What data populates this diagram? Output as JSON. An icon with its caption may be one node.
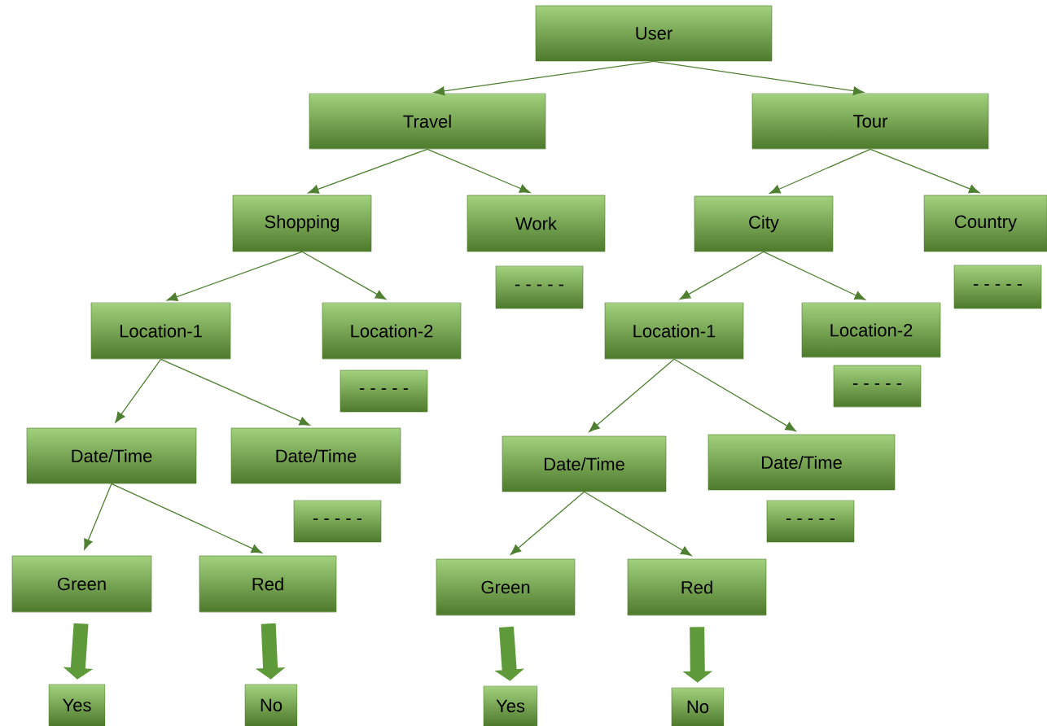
{
  "diagram": {
    "nodes": [
      {
        "text": [
          "User"
        ]
      },
      {
        "text": [
          "Travel"
        ]
      },
      {
        "text": [
          "Tour"
        ]
      },
      {
        "text": [
          "Shopping"
        ]
      },
      {
        "text": [
          "Work"
        ]
      },
      {
        "text": [
          "City"
        ]
      },
      {
        "text": [
          "Country"
        ]
      },
      {
        "text": [
          "- - - - -"
        ]
      },
      {
        "text": [
          "- - - - -"
        ]
      },
      {
        "text": [
          "Location-1"
        ]
      },
      {
        "text": [
          "Location-2"
        ]
      },
      {
        "text": [
          "Location-1"
        ]
      },
      {
        "text": [
          "Location-2"
        ]
      },
      {
        "text": [
          "- - - - -"
        ]
      },
      {
        "text": [
          "- - - - -"
        ]
      },
      {
        "text": [
          "Date/Time"
        ]
      },
      {
        "text": [
          "Date/Time"
        ]
      },
      {
        "text": [
          "Date/Time"
        ]
      },
      {
        "text": [
          "Date/Time"
        ]
      },
      {
        "text": [
          "- - - - -"
        ]
      },
      {
        "text": [
          "- - - - -"
        ]
      },
      {
        "text": [
          "Green"
        ]
      },
      {
        "text": [
          "Red"
        ]
      },
      {
        "text": [
          "Green"
        ]
      },
      {
        "text": [
          "Red"
        ]
      },
      {
        "text": [
          "Yes"
        ]
      },
      {
        "text": [
          "No"
        ]
      },
      {
        "text": [
          "Yes"
        ]
      },
      {
        "text": [
          "No"
        ]
      }
    ],
    "edges": [
      {
        "from": 0,
        "to": 1,
        "arrow": "to"
      },
      {
        "from": 0,
        "to": 2,
        "arrow": "to"
      },
      {
        "from": 1,
        "to": 3,
        "arrow": "to"
      },
      {
        "from": 1,
        "to": 4,
        "arrow": "to"
      },
      {
        "from": 2,
        "to": 5,
        "arrow": "to"
      },
      {
        "from": 2,
        "to": 6,
        "arrow": "to"
      },
      {
        "from": 3,
        "to": 9,
        "arrow": "to"
      },
      {
        "from": 3,
        "to": 10,
        "arrow": "to"
      },
      {
        "from": 5,
        "to": 11,
        "arrow": "to"
      },
      {
        "from": 5,
        "to": 12,
        "arrow": "to"
      },
      {
        "from": 9,
        "to": 15,
        "arrow": "to"
      },
      {
        "from": 9,
        "to": 16,
        "arrow": "to"
      },
      {
        "from": 11,
        "to": 17,
        "arrow": "to"
      },
      {
        "from": 11,
        "to": 18,
        "arrow": "to"
      },
      {
        "from": 15,
        "to": 21,
        "arrow": "to"
      },
      {
        "from": 15,
        "to": 22,
        "arrow": "to"
      },
      {
        "from": 17,
        "to": 23,
        "arrow": "to"
      },
      {
        "from": 17,
        "to": 24,
        "arrow": "to"
      },
      {
        "from": 21,
        "to": 25,
        "arrow": "to",
        "style": "thick"
      },
      {
        "from": 22,
        "to": 26,
        "arrow": "to",
        "style": "thick"
      },
      {
        "from": 23,
        "to": 27,
        "arrow": "to",
        "style": "thick"
      },
      {
        "from": 24,
        "to": 28,
        "arrow": "to",
        "style": "thick"
      }
    ]
  }
}
